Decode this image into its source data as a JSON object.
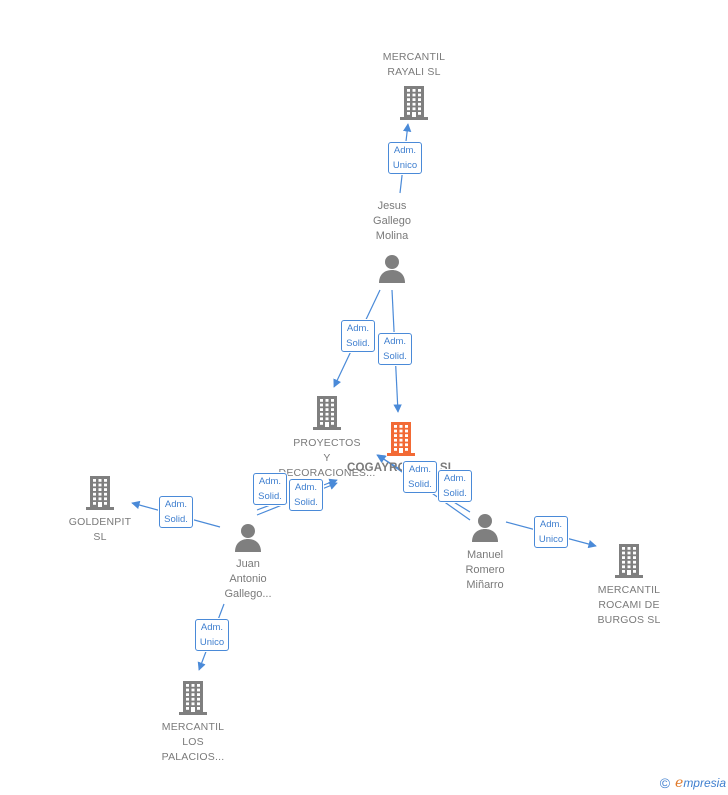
{
  "colors": {
    "edge": "#4a8ad8",
    "node_gray": "#7f7f7f",
    "node_focus": "#f26a35"
  },
  "nodes": [
    {
      "id": "rayali",
      "type": "company",
      "label": "MERCANTIL\nRAYALI SL"
    },
    {
      "id": "jesus",
      "type": "person",
      "label": "Jesus\nGallego\nMolina"
    },
    {
      "id": "proyectos",
      "type": "company",
      "label": "PROYECTOS\nY\nDECORACIONES..."
    },
    {
      "id": "cogayro",
      "type": "company",
      "focus": true,
      "label": "COGAYRO 2012 SL"
    },
    {
      "id": "goldenpit",
      "type": "company",
      "label": "GOLDENPIT\nSL"
    },
    {
      "id": "juan",
      "type": "person",
      "label": "Juan\nAntonio\nGallego..."
    },
    {
      "id": "manuel",
      "type": "person",
      "label": "Manuel\nRomero\nMiñarro"
    },
    {
      "id": "rocami",
      "type": "company",
      "label": "MERCANTIL\nROCAMI DE\nBURGOS SL"
    },
    {
      "id": "palacios",
      "type": "company",
      "label": "MERCANTIL\nLOS\nPALACIOS..."
    }
  ],
  "edges": [
    {
      "from": "jesus",
      "to": "rayali",
      "label": "Adm.\nUnico"
    },
    {
      "from": "jesus",
      "to": "proyectos",
      "label": "Adm.\nSolid."
    },
    {
      "from": "jesus",
      "to": "cogayro",
      "label": "Adm.\nSolid."
    },
    {
      "from": "juan",
      "to": "goldenpit",
      "label": "Adm.\nSolid."
    },
    {
      "from": "juan",
      "to": "proyectos",
      "label": "Adm.\nSolid."
    },
    {
      "from": "juan",
      "to": "cogayro",
      "label": "Adm.\nSolid."
    },
    {
      "from": "juan",
      "to": "palacios",
      "label": "Adm.\nUnico"
    },
    {
      "from": "manuel",
      "to": "cogayro",
      "label": "Adm.\nSolid."
    },
    {
      "from": "manuel",
      "to": "cogayro",
      "label": "Adm.\nSolid."
    },
    {
      "from": "manuel",
      "to": "rocami",
      "label": "Adm.\nUnico"
    }
  ],
  "brand": {
    "copyright": "©",
    "initial": "e",
    "name": "mpresia"
  }
}
